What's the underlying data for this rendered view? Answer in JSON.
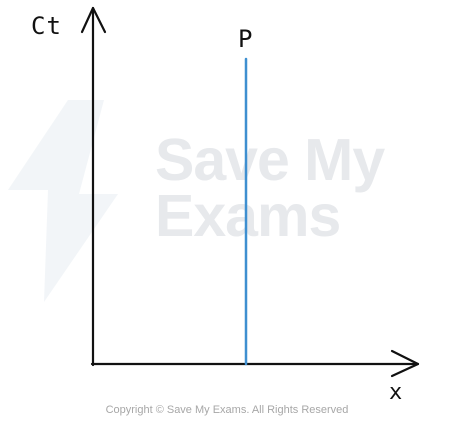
{
  "diagram": {
    "y_axis_label": "Ct",
    "x_axis_label": "x",
    "line_label": "P",
    "line_color": "#3e8fd0",
    "axis_color": "#111111"
  },
  "watermark": {
    "line1": "Save My",
    "line2": "Exams"
  },
  "footer": {
    "copyright": "Copyright © Save My Exams. All Rights Reserved"
  }
}
